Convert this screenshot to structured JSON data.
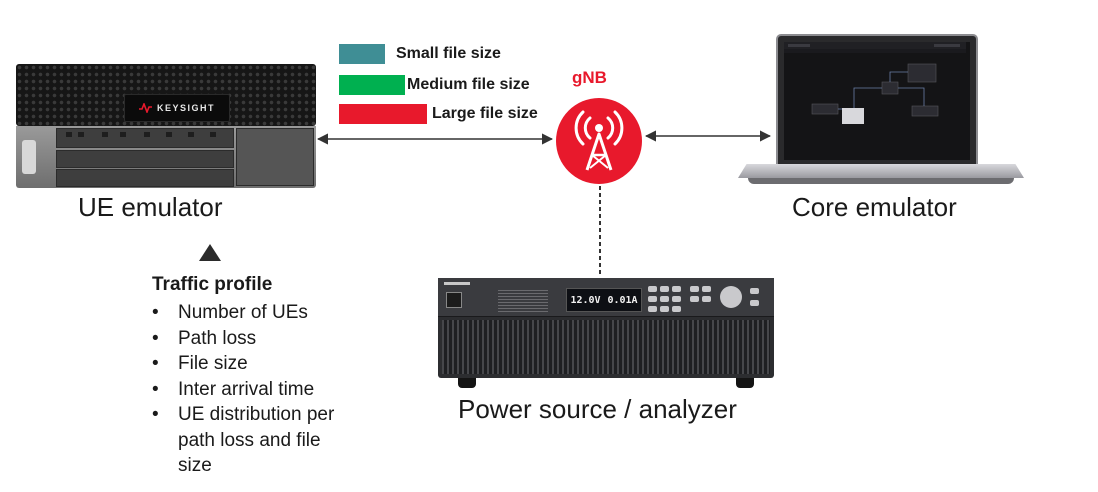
{
  "legend": [
    {
      "label": "Small file size",
      "color": "#3f8e95"
    },
    {
      "label": "Medium file size",
      "color": "#00b050"
    },
    {
      "label": "Large file size",
      "color": "#e8192c"
    }
  ],
  "gnb": {
    "label": "gNB",
    "color": "#e8192c",
    "icon": "cell-tower-icon"
  },
  "ue_emulator": {
    "label": "UE emulator",
    "brand": "KEYSIGHT"
  },
  "core_emulator": {
    "label": "Core emulator"
  },
  "power_analyzer": {
    "label": "Power source / analyzer",
    "voltage": "12.0V",
    "current": "0.01A"
  },
  "traffic_profile": {
    "title": "Traffic profile",
    "items": [
      "Number of UEs",
      "Path loss",
      "File size",
      "Inter arrival time",
      "UE distribution per path loss and file size"
    ]
  }
}
